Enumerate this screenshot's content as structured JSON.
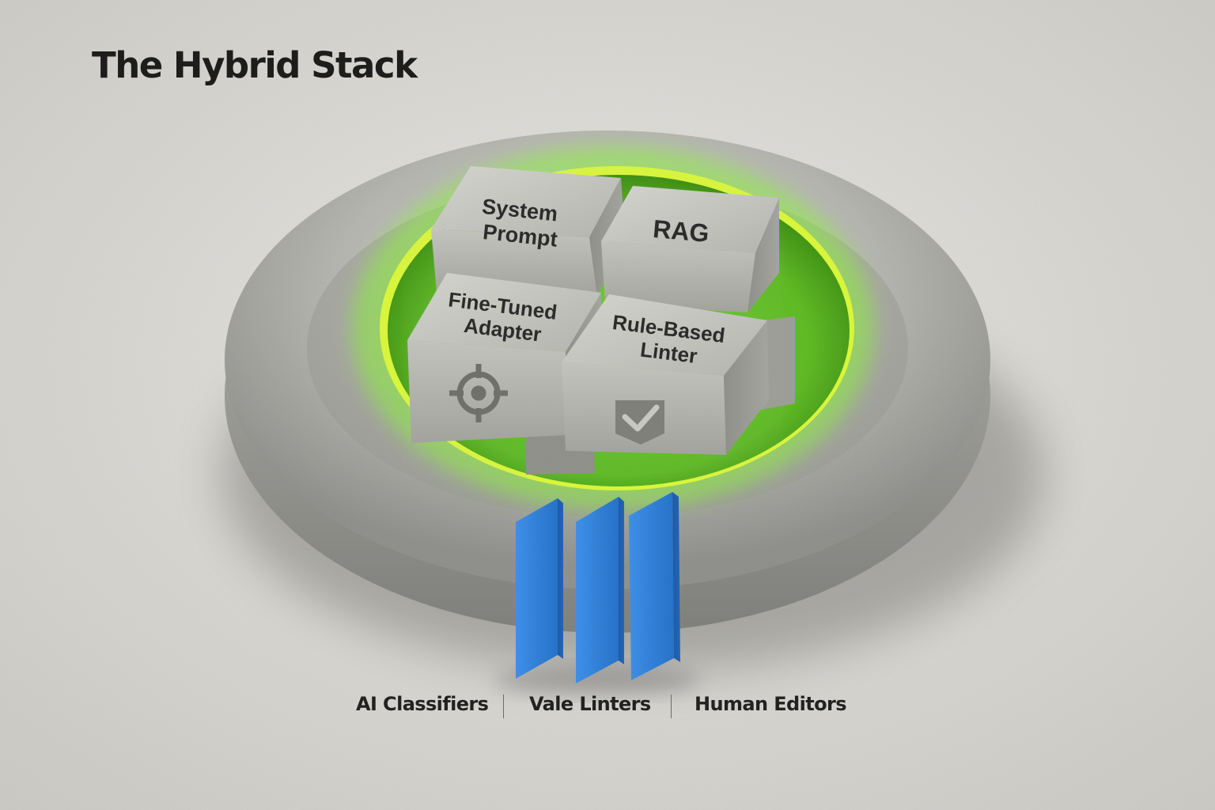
{
  "title": "The Hybrid Stack",
  "blocks": [
    {
      "lines": [
        "System",
        "Prompt"
      ],
      "icon": null
    },
    {
      "lines": [
        "RAG"
      ],
      "icon": null
    },
    {
      "lines": [
        "Fine-Tuned",
        "Adapter"
      ],
      "icon": "crosshair-target-icon"
    },
    {
      "lines": [
        "Rule-Based",
        "Linter"
      ],
      "icon": "checkmark-shield-icon"
    }
  ],
  "layers": [
    "AI Classifiers",
    "Vale Linters",
    "Human Editors"
  ],
  "colors": {
    "background": "#d9d8d4",
    "ring": "#a9a9a5",
    "glow": "#7ee13b",
    "glow_rim": "#d6f53a",
    "block_face": "#b9b9b4",
    "slab": "#2f7fd6",
    "text": "#1d1d1b"
  }
}
